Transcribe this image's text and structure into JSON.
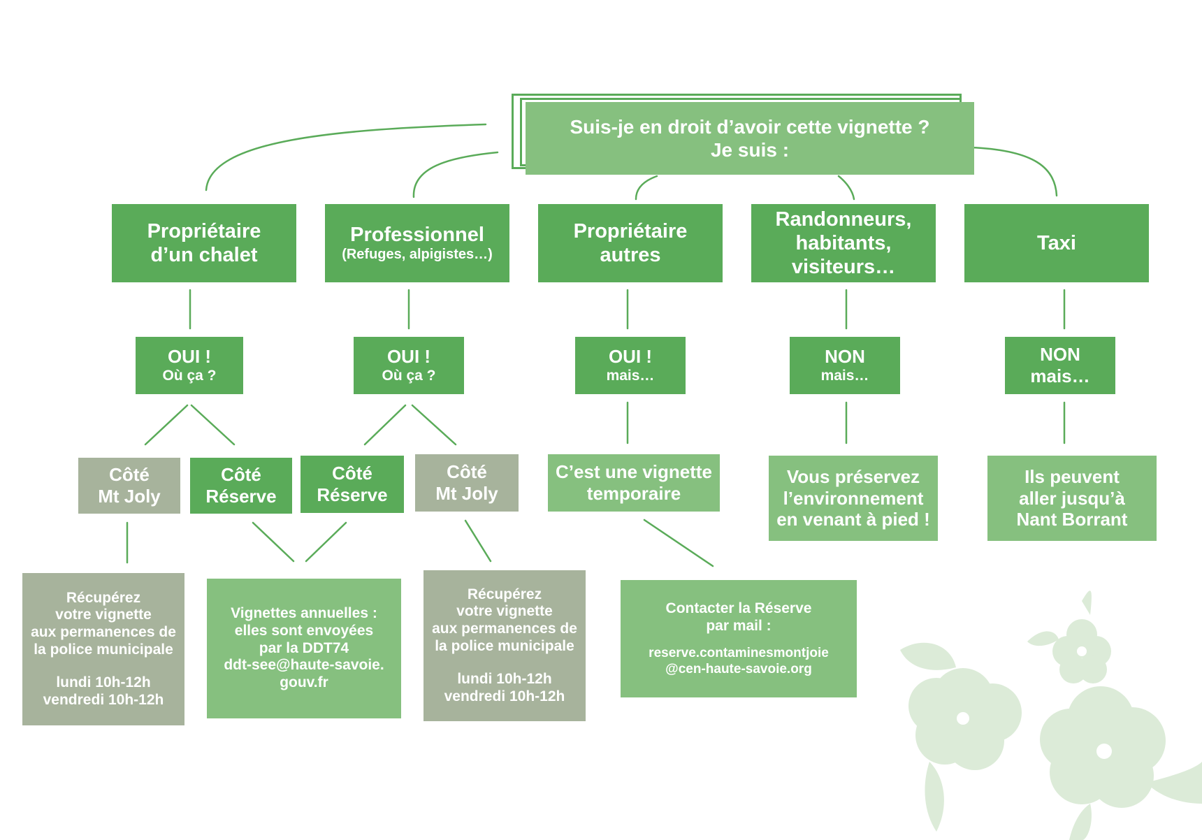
{
  "title": {
    "line1": "Suis-je en droit d’avoir cette vignette ?",
    "line2": "Je suis :"
  },
  "categories": [
    {
      "line1": "Propriétaire",
      "line2": "d’un chalet"
    },
    {
      "line1": "Professionnel",
      "sub": "(Refuges, alpigistes…)"
    },
    {
      "line1": "Propriétaire",
      "line2": "autres"
    },
    {
      "line1": "Randonneurs,",
      "line2": "habitants,",
      "line3": "visiteurs…"
    },
    {
      "line1": "Taxi"
    }
  ],
  "answers": [
    {
      "line1": "OUI !",
      "line2": "Où ça ?"
    },
    {
      "line1": "OUI !",
      "line2": "Où ça ?"
    },
    {
      "line1": "OUI !",
      "line2": "mais…"
    },
    {
      "line1": "NON",
      "line2": "mais…"
    },
    {
      "line1": "NON",
      "line2": "mais…"
    }
  ],
  "sides": [
    {
      "line1": "Côté",
      "line2": "Mt Joly"
    },
    {
      "line1": "Côté",
      "line2": "Réserve"
    },
    {
      "line1": "Côté",
      "line2": "Réserve"
    },
    {
      "line1": "Côté",
      "line2": "Mt Joly"
    }
  ],
  "notes": {
    "temporary": {
      "line1": "C’est une vignette",
      "line2": "temporaire"
    },
    "walkers": {
      "line1": "Vous préservez",
      "line2": "l’environnement",
      "line3": "en venant à pied !"
    },
    "taxi": {
      "line1": "Ils peuvent",
      "line2": "aller jusqu’à",
      "line3": "Nant Borrant"
    }
  },
  "results": {
    "police_left": {
      "line1": "Récupérez",
      "line2": "votre vignette",
      "line3": "aux permanences de",
      "line4": "la police municipale",
      "line5": "lundi 10h-12h",
      "line6": "vendredi 10h-12h"
    },
    "ddt": {
      "line1": "Vignettes annuelles :",
      "line2": "elles sont envoyées",
      "line3": "par la DDT74",
      "line4": "ddt-see@haute-savoie.",
      "line5": "gouv.fr"
    },
    "police_right": {
      "line1": "Récupérez",
      "line2": "votre vignette",
      "line3": "aux permanences de",
      "line4": "la police municipale",
      "line5": "lundi 10h-12h",
      "line6": "vendredi 10h-12h"
    },
    "contact": {
      "line1": "Contacter la Réserve",
      "line2": "par mail :",
      "line3": "reserve.contaminesmontjoie",
      "line4": "@cen-haute-savoie.org"
    }
  },
  "colors": {
    "dark_green": "#5aab59",
    "light_green": "#86c07f",
    "grey_green": "#a7b39c",
    "flower": "#dcebd8"
  }
}
